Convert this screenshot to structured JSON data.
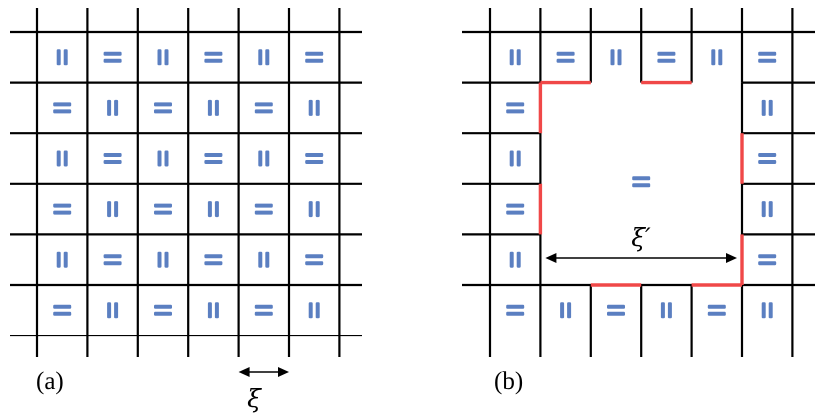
{
  "panels": [
    {
      "label": "(a)",
      "length_label": "ξ",
      "rows": [
        [
          "vertical",
          "horizontal",
          "vertical",
          "horizontal",
          "vertical",
          "horizontal"
        ],
        [
          "horizontal",
          "vertical",
          "horizontal",
          "vertical",
          "horizontal",
          "vertical"
        ],
        [
          "vertical",
          "horizontal",
          "vertical",
          "horizontal",
          "vertical",
          "horizontal"
        ],
        [
          "horizontal",
          "vertical",
          "horizontal",
          "vertical",
          "horizontal",
          "vertical"
        ],
        [
          "vertical",
          "horizontal",
          "vertical",
          "horizontal",
          "vertical",
          "horizontal"
        ],
        [
          "horizontal",
          "vertical",
          "horizontal",
          "vertical",
          "horizontal",
          "vertical"
        ]
      ]
    },
    {
      "label": "(b)",
      "length_label": "ξ′",
      "rows": [
        [
          "vertical",
          "horizontal",
          "vertical",
          "horizontal",
          "vertical",
          "horizontal"
        ],
        [
          "horizontal",
          "",
          "",
          "",
          "",
          "vertical"
        ],
        [
          "vertical",
          "",
          "",
          "",
          "",
          "horizontal"
        ],
        [
          "horizontal",
          "",
          "",
          "",
          "",
          "vertical"
        ],
        [
          "vertical",
          "",
          "",
          "",
          "",
          "horizontal"
        ],
        [
          "horizontal",
          "vertical",
          "horizontal",
          "vertical",
          "horizontal",
          "vertical"
        ]
      ],
      "domain_orientation": "horizontal"
    }
  ],
  "colors": {
    "grid": "#000000",
    "symbol": "#5b7fc1",
    "domain_wall": "#f04848"
  }
}
